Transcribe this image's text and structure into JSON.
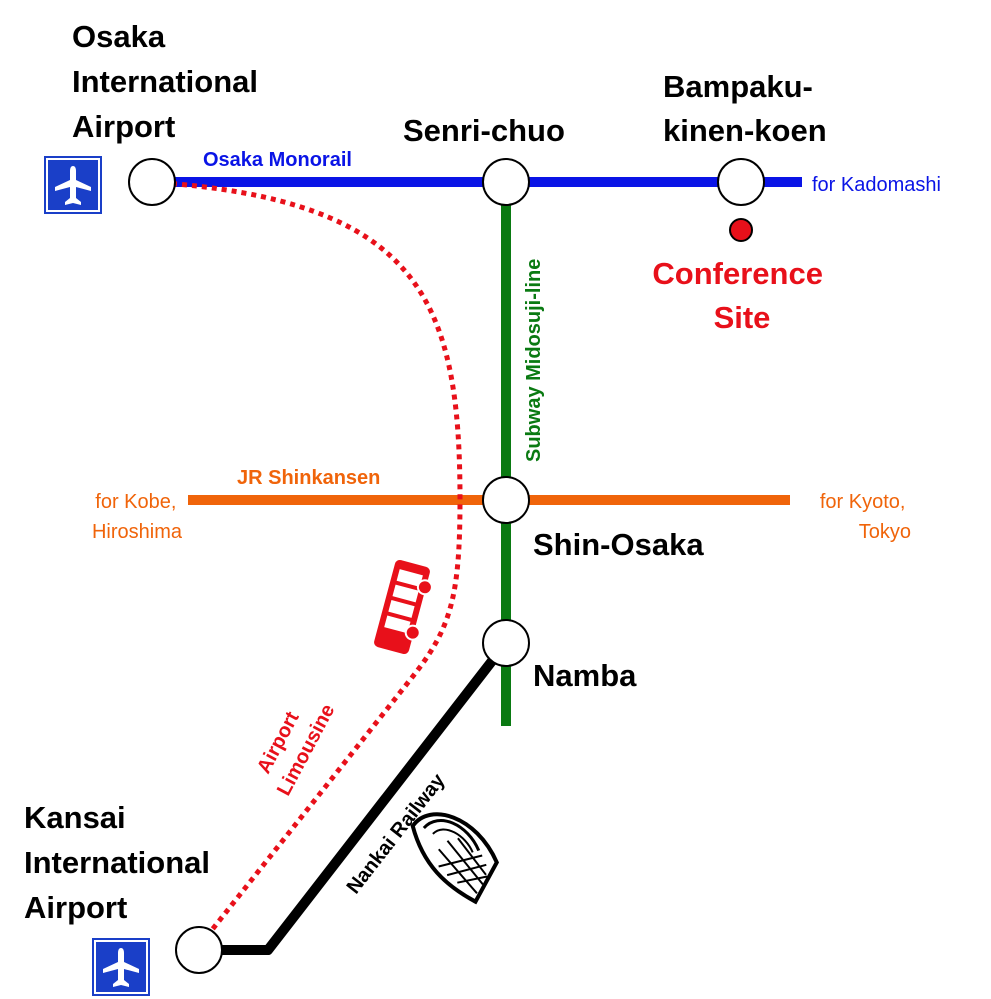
{
  "colors": {
    "monorail": "#0a14e6",
    "subway": "#0a7a12",
    "shinkansen": "#f0640a",
    "nankai": "#000000",
    "limousine": "#e8101a",
    "airport_sign": "#1a3fc8"
  },
  "lines": {
    "monorail": "Osaka Monorail",
    "subway": "Subway Midosuji-line",
    "shinkansen": "JR Shinkansen",
    "nankai": "Nankai Railway",
    "limousine": [
      "Airport",
      "Limousine"
    ]
  },
  "stations": {
    "osaka_airport": [
      "Osaka",
      "International",
      "Airport"
    ],
    "senri_chuo": "Senri-chuo",
    "bampaku": [
      "Bampaku-",
      "kinen-koen"
    ],
    "shin_osaka": "Shin-Osaka",
    "namba": "Namba",
    "kansai_airport": [
      "Kansai",
      "International",
      "Airport"
    ]
  },
  "directions": {
    "kadomashi": "for Kadomashi",
    "kobe": [
      "for Kobe,",
      "Hiroshima"
    ],
    "kyoto": [
      "for Kyoto,",
      "Tokyo"
    ]
  },
  "conference": [
    "Conference",
    "Site"
  ],
  "icons": {
    "airport": "airplane-icon",
    "bus": "bus-icon",
    "train": "train-icon"
  }
}
